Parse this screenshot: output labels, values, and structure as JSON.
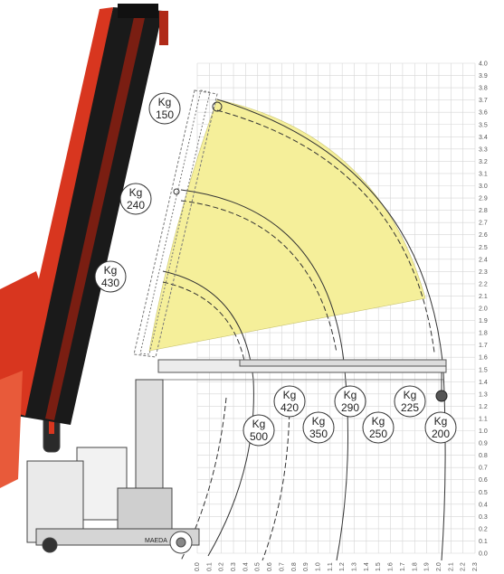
{
  "chart_data": {
    "type": "diagram",
    "x_ticks": [
      "0.0",
      "0.1",
      "0.2",
      "0.3",
      "0.4",
      "0.5",
      "0.6",
      "0.7",
      "0.8",
      "0.9",
      "1.0",
      "1.1",
      "1.2",
      "1.3",
      "1.4",
      "1.5",
      "1.6",
      "1.7",
      "1.8",
      "1.9",
      "2.0",
      "2.1",
      "2.2",
      "2.3"
    ],
    "y_ticks": [
      "0.0",
      "0.1",
      "0.2",
      "0.3",
      "0.4",
      "0.5",
      "0.6",
      "0.7",
      "0.8",
      "0.9",
      "1.0",
      "1.1",
      "1.2",
      "1.3",
      "1.4",
      "1.5",
      "1.6",
      "1.7",
      "1.8",
      "1.9",
      "2.0",
      "2.1",
      "2.2",
      "2.3",
      "2.4",
      "2.5",
      "2.6",
      "2.7",
      "2.8",
      "2.9",
      "3.0",
      "3.1",
      "3.2",
      "3.3",
      "3.4",
      "3.5",
      "3.6",
      "3.7",
      "3.8",
      "3.9",
      "4.0"
    ],
    "load_labels": [
      {
        "unit": "Kg",
        "value": "150"
      },
      {
        "unit": "Kg",
        "value": "240"
      },
      {
        "unit": "Kg",
        "value": "430"
      },
      {
        "unit": "Kg",
        "value": "500"
      },
      {
        "unit": "Kg",
        "value": "420"
      },
      {
        "unit": "Kg",
        "value": "350"
      },
      {
        "unit": "Kg",
        "value": "290"
      },
      {
        "unit": "Kg",
        "value": "250"
      },
      {
        "unit": "Kg",
        "value": "225"
      },
      {
        "unit": "Kg",
        "value": "200"
      }
    ],
    "brand_plate": "MAEDA",
    "colors": {
      "zone": "#f5ef9a",
      "boom_red": "#d8361f",
      "boom_black": "#1a1a1a",
      "grid": "#cfcfcf"
    }
  }
}
